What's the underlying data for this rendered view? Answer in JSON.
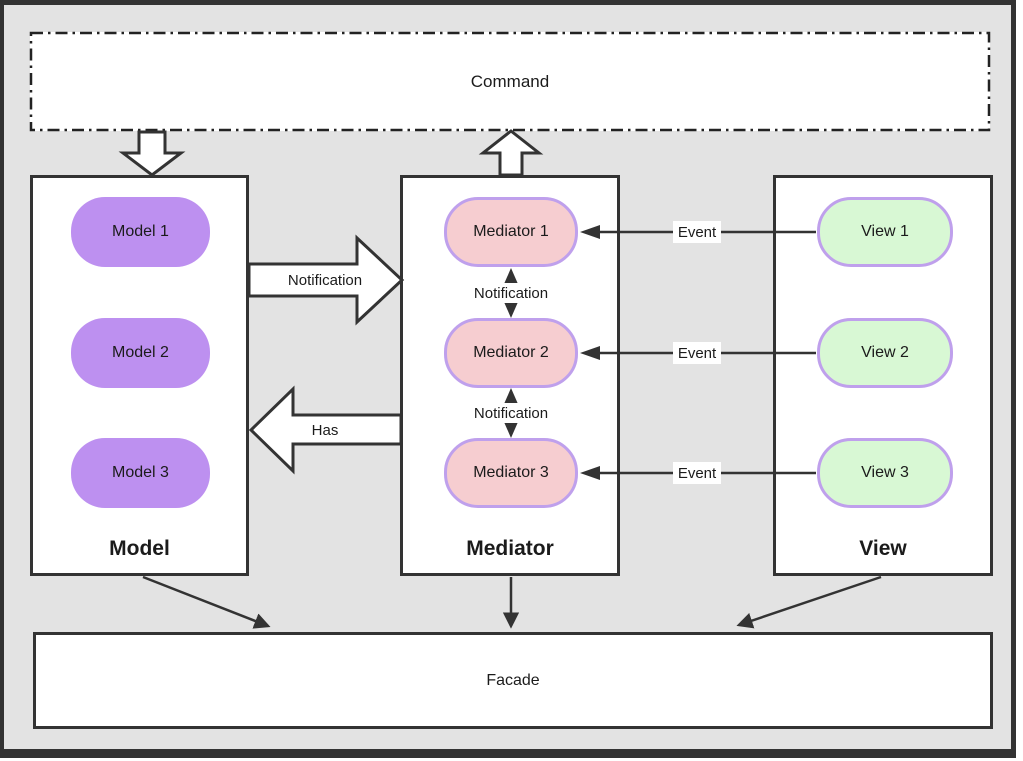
{
  "command": {
    "label": "Command"
  },
  "model": {
    "title": "Model",
    "items": [
      "Model 1",
      "Model 2",
      "Model 3"
    ]
  },
  "mediator": {
    "title": "Mediator",
    "items": [
      "Mediator 1",
      "Mediator 2",
      "Mediator 3"
    ]
  },
  "view": {
    "title": "View",
    "items": [
      "View 1",
      "View 2",
      "View 3"
    ]
  },
  "facade": {
    "label": "Facade"
  },
  "arrows": {
    "notification_model_to_mediator": "Notification",
    "has_mediator_to_model": "Has",
    "events": [
      "Event",
      "Event",
      "Event"
    ],
    "mediator_links": [
      "Notification",
      "Notification"
    ]
  },
  "colors": {
    "background": "#e3e3e3",
    "frame_border": "#333333",
    "box_border": "#333333",
    "model_fill": "#bd90f0",
    "mediator_fill": "#f6cdd0",
    "view_fill": "#d8f8d4",
    "pill_border": "#bfa0ec",
    "arrow_line": "#333333",
    "text": "#1b1b1b"
  }
}
